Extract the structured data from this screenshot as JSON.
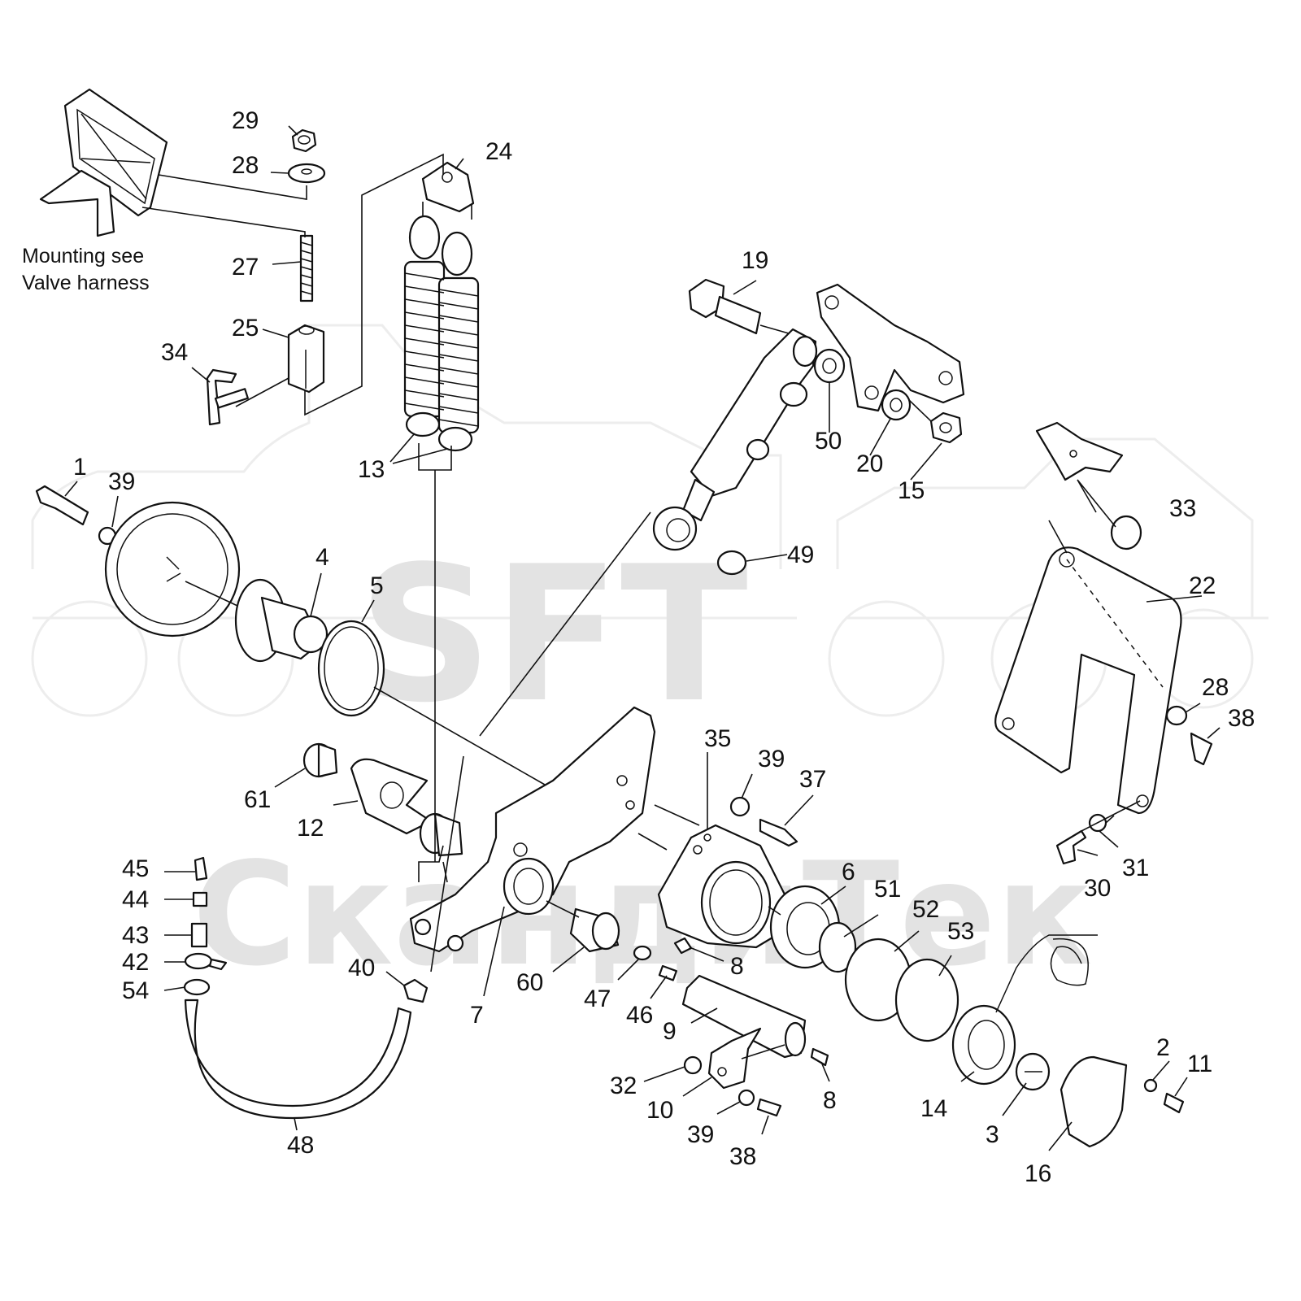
{
  "note": {
    "line1": "Mounting see",
    "line2": "Valve harness"
  },
  "watermark": {
    "logo": "SFT",
    "brand": "СкандиТек"
  },
  "callouts": [
    {
      "id": "c1",
      "text": "1"
    },
    {
      "id": "c2",
      "text": "2"
    },
    {
      "id": "c3",
      "text": "3"
    },
    {
      "id": "c4",
      "text": "4"
    },
    {
      "id": "c5",
      "text": "5"
    },
    {
      "id": "c6",
      "text": "6"
    },
    {
      "id": "c7",
      "text": "7"
    },
    {
      "id": "c8a",
      "text": "8"
    },
    {
      "id": "c8b",
      "text": "8"
    },
    {
      "id": "c9",
      "text": "9"
    },
    {
      "id": "c10",
      "text": "10"
    },
    {
      "id": "c11",
      "text": "11"
    },
    {
      "id": "c12",
      "text": "12"
    },
    {
      "id": "c13",
      "text": "13"
    },
    {
      "id": "c14",
      "text": "14"
    },
    {
      "id": "c15",
      "text": "15"
    },
    {
      "id": "c16",
      "text": "16"
    },
    {
      "id": "c19",
      "text": "19"
    },
    {
      "id": "c20",
      "text": "20"
    },
    {
      "id": "c22",
      "text": "22"
    },
    {
      "id": "c24",
      "text": "24"
    },
    {
      "id": "c25",
      "text": "25"
    },
    {
      "id": "c27",
      "text": "27"
    },
    {
      "id": "c28a",
      "text": "28"
    },
    {
      "id": "c28b",
      "text": "28"
    },
    {
      "id": "c29",
      "text": "29"
    },
    {
      "id": "c30",
      "text": "30"
    },
    {
      "id": "c31",
      "text": "31"
    },
    {
      "id": "c32",
      "text": "32"
    },
    {
      "id": "c33",
      "text": "33"
    },
    {
      "id": "c34",
      "text": "34"
    },
    {
      "id": "c35",
      "text": "35"
    },
    {
      "id": "c37",
      "text": "37"
    },
    {
      "id": "c38a",
      "text": "38"
    },
    {
      "id": "c38b",
      "text": "38"
    },
    {
      "id": "c39a",
      "text": "39"
    },
    {
      "id": "c39b",
      "text": "39"
    },
    {
      "id": "c39c",
      "text": "39"
    },
    {
      "id": "c40",
      "text": "40"
    },
    {
      "id": "c42",
      "text": "42"
    },
    {
      "id": "c43",
      "text": "43"
    },
    {
      "id": "c44",
      "text": "44"
    },
    {
      "id": "c45",
      "text": "45"
    },
    {
      "id": "c46",
      "text": "46"
    },
    {
      "id": "c47",
      "text": "47"
    },
    {
      "id": "c48",
      "text": "48"
    },
    {
      "id": "c49",
      "text": "49"
    },
    {
      "id": "c50",
      "text": "50"
    },
    {
      "id": "c51",
      "text": "51"
    },
    {
      "id": "c52",
      "text": "52"
    },
    {
      "id": "c53",
      "text": "53"
    },
    {
      "id": "c54",
      "text": "54"
    },
    {
      "id": "c60",
      "text": "60"
    },
    {
      "id": "c61",
      "text": "61"
    }
  ]
}
